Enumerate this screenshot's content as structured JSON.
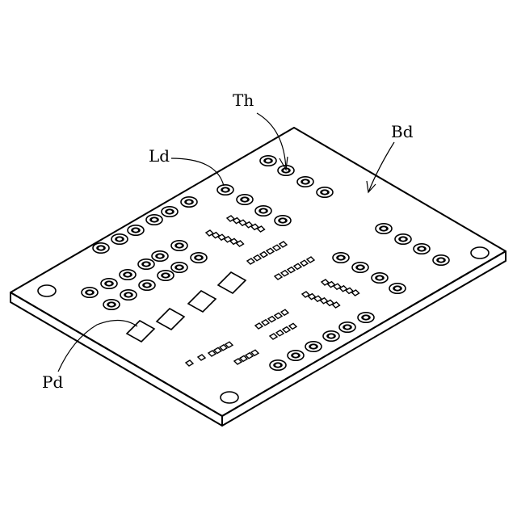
{
  "labels": {
    "through_hole": "Th",
    "board": "Bd",
    "land": "Ld",
    "pad": "Pd"
  }
}
